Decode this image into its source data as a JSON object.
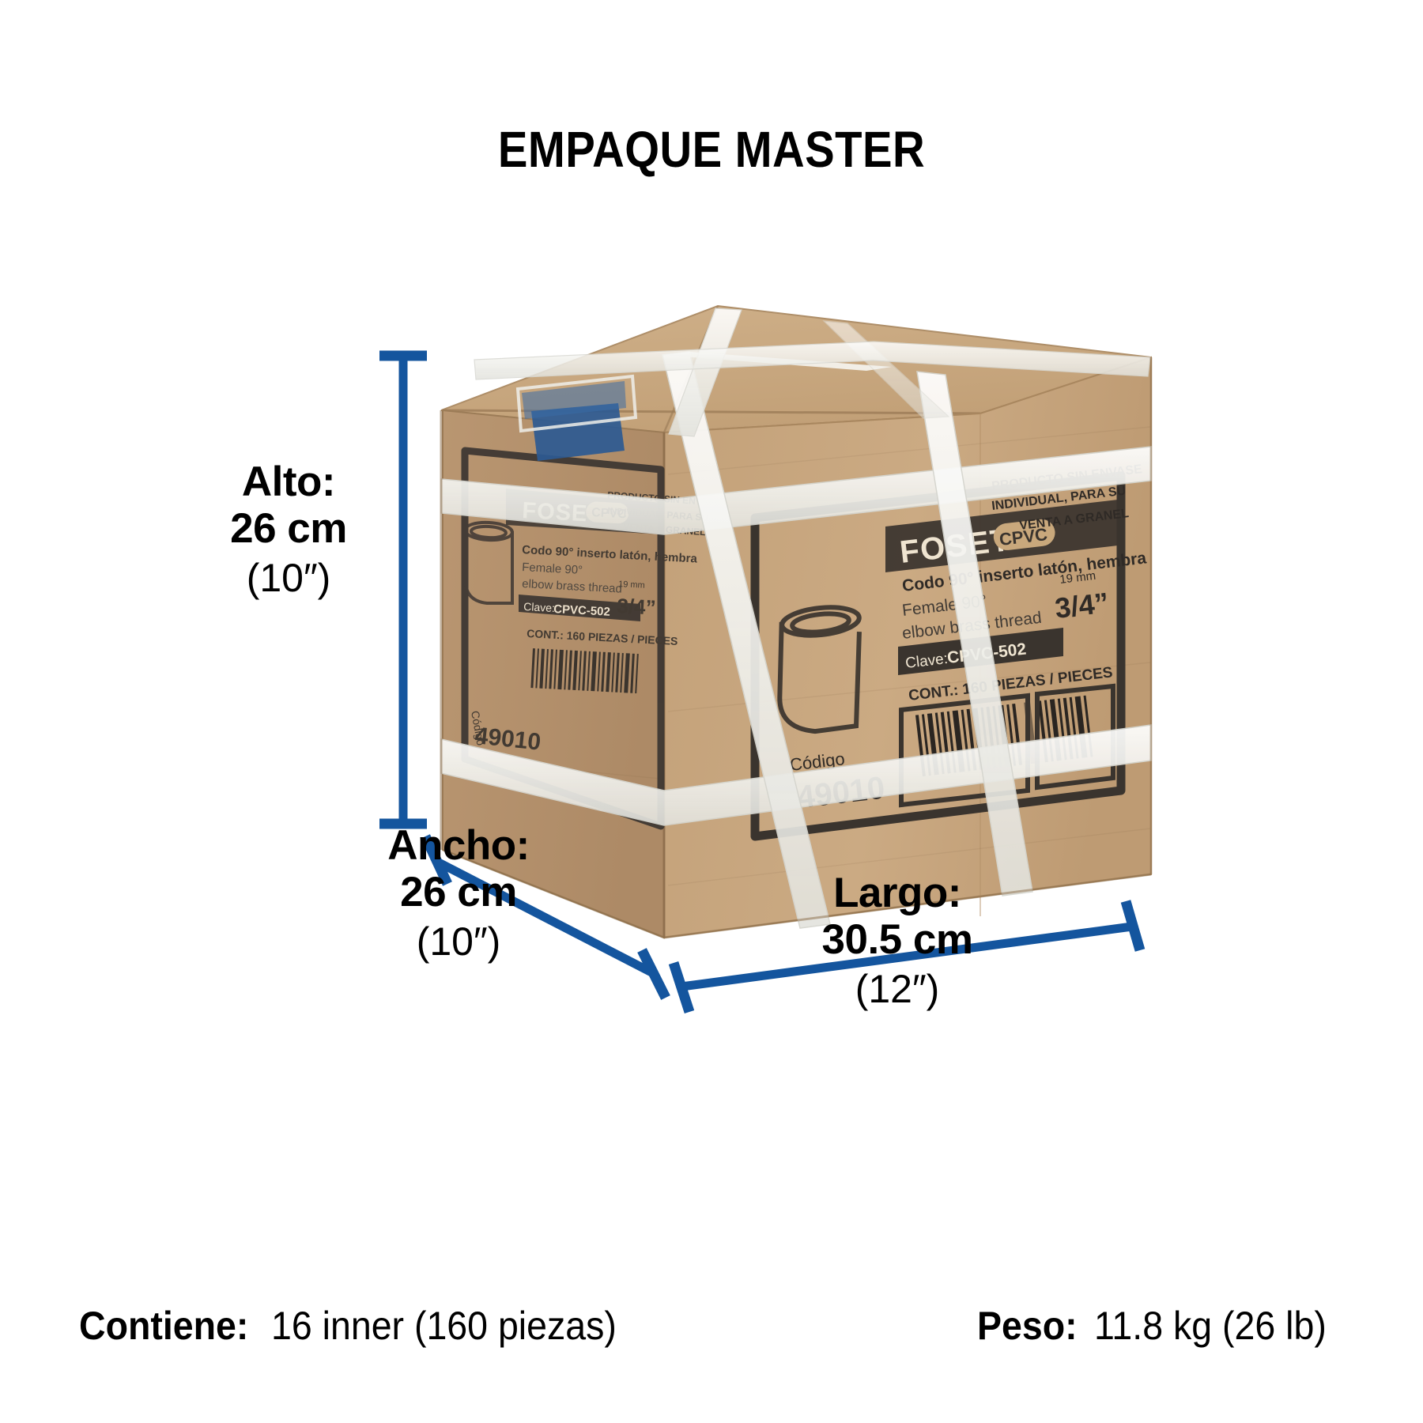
{
  "page": {
    "title": "EMPAQUE MASTER",
    "background": "#ffffff",
    "accent_blue": "#14559E",
    "carton_color": "#C8A87C"
  },
  "dimensions": {
    "height": {
      "name": "Alto:",
      "metric": "26 cm",
      "imperial": "(10″)"
    },
    "width": {
      "name": "Ancho:",
      "metric": "26 cm",
      "imperial": "(10″)"
    },
    "length": {
      "name": "Largo:",
      "metric": "30.5 cm",
      "imperial": "(12″)"
    }
  },
  "footer": {
    "contains_label": "Contiene:",
    "contains_value": "16 inner (160 piezas)",
    "weight_label": "Peso:",
    "weight_value": "11.8 kg (26 lb)"
  },
  "carton_label": {
    "brand": "FOSET",
    "brand_badge": "CPVC",
    "product_es": "Codo 90° inserto latón, hembra",
    "product_en_line1": "Female 90°",
    "product_en_line2": "elbow brass thread",
    "clave_label": "Clave:",
    "clave_value": "CPVC-502",
    "content_line": "CONT.: 160 PIEZAS / PIECES",
    "size_mm": "19 mm",
    "size_in": "3/4″",
    "codigo_label": "Código",
    "codigo_value": "49010",
    "notice_line1": "PRODUCTO SIN ENVASE",
    "notice_line2": "INDIVIDUAL, PARA SU",
    "notice_line3": "VENTA A GRANEL"
  }
}
